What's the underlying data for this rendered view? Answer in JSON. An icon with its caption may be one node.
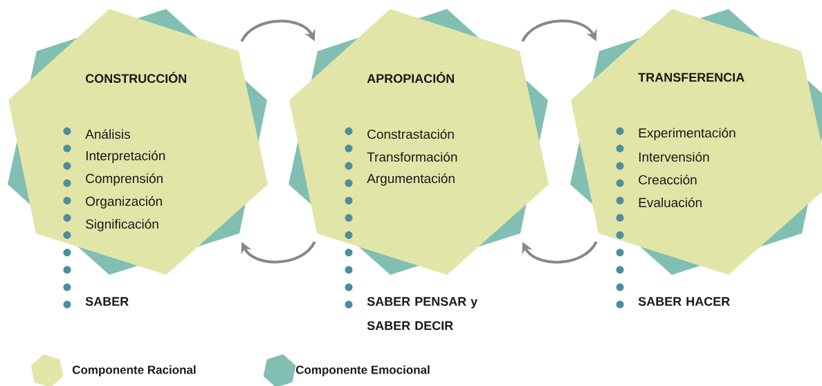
{
  "diagram": {
    "nodes": [
      {
        "text": [
          "CONSTRUCCIÓN",
          "Análisis",
          "Interpretación",
          "Comprensión",
          "Organización",
          "Significación"
        ],
        "beside": [
          "SABER"
        ]
      },
      {
        "text": [
          "APROPIACIÓN",
          "Constrastación",
          "Transformación",
          "Argumentación"
        ],
        "beside": [
          "SABER PENSAR y SABER DECIR"
        ]
      },
      {
        "text": [
          "TRANSFERENCIA",
          "Experimentación",
          "Intervensión",
          "Creacción",
          "Evaluación"
        ],
        "beside": [
          "SABER HACER"
        ]
      }
    ],
    "edges": [
      {
        "from": 0,
        "to": 1,
        "arrow": "to"
      },
      {
        "from": 1,
        "to": 2,
        "arrow": "to"
      },
      {
        "from": 1,
        "to": 0,
        "arrow": "to"
      },
      {
        "from": 2,
        "to": 1,
        "arrow": "to"
      }
    ],
    "legend": [
      {
        "text": "Componente Racional",
        "color": "#e1e5a7"
      },
      {
        "text": "Componente Emocional",
        "color": "#80bfb2"
      }
    ]
  }
}
